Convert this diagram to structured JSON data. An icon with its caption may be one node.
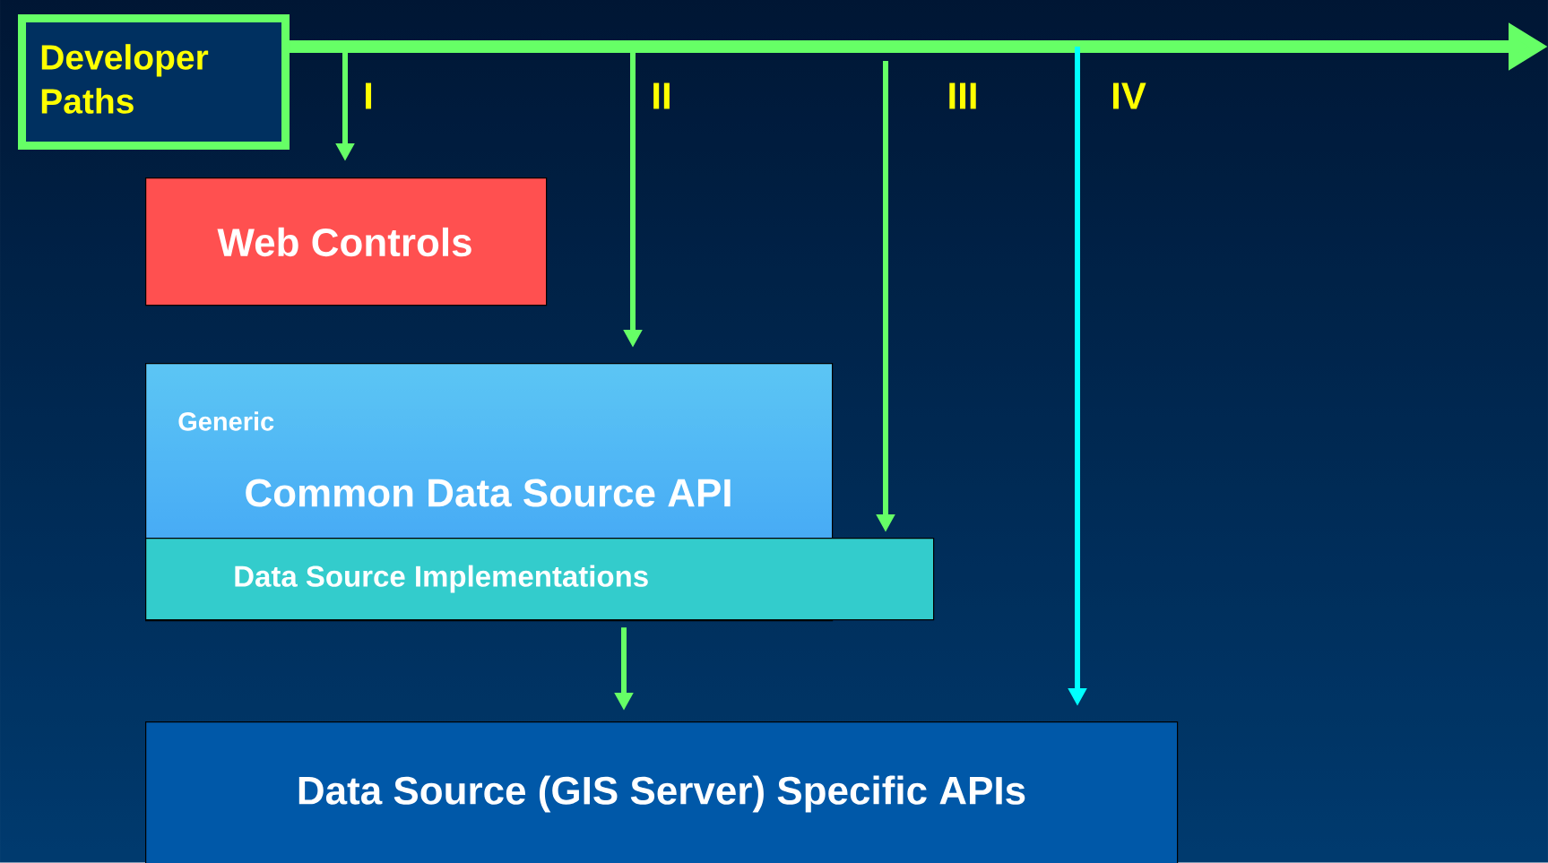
{
  "diagram": {
    "nodes": [
      {
        "text": [
          "Developer Paths"
        ]
      },
      {
        "text": [
          "Web Controls"
        ]
      },
      {
        "text": [
          "Generic",
          "Common Data Source API"
        ]
      },
      {
        "text": [
          "Data Source Implementations"
        ]
      },
      {
        "text": [
          "Data Source (GIS Server) Specific APIs"
        ]
      }
    ],
    "edges": [
      {
        "from": 0,
        "to": null,
        "arrow": "to",
        "style": "thick"
      },
      {
        "from": null,
        "to": 1,
        "arrow": "to",
        "label": "I"
      },
      {
        "from": null,
        "to": 2,
        "arrow": "to",
        "label": "II"
      },
      {
        "from": null,
        "to": 3,
        "arrow": "to",
        "label": "III"
      },
      {
        "from": null,
        "to": 4,
        "arrow": "to",
        "label": "IV",
        "color": "#00ffff"
      },
      {
        "from": 3,
        "to": 4,
        "arrow": "to"
      }
    ]
  }
}
